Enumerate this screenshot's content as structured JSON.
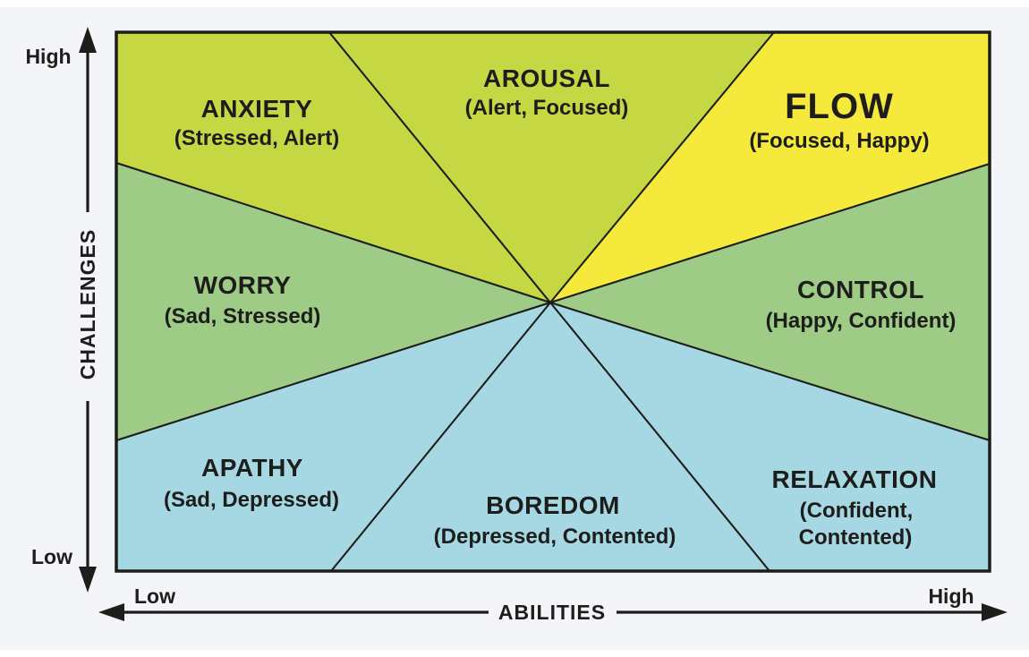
{
  "diagram": {
    "title_hint": "Flow model: emotional states by challenge level vs ability level"
  },
  "axes": {
    "y": {
      "label": "CHALLENGES",
      "top": "High",
      "bottom": "Low"
    },
    "x": {
      "label": "ABILITIES",
      "left": "Low",
      "right": "High"
    }
  },
  "regions": {
    "anxiety": {
      "label": "ANXIETY",
      "subtitle": "(Stressed, Alert)"
    },
    "arousal": {
      "label": "AROUSAL",
      "subtitle": "(Alert, Focused)"
    },
    "flow": {
      "label": "FLOW",
      "subtitle": "(Focused, Happy)"
    },
    "worry": {
      "label": "WORRY",
      "subtitle": "(Sad, Stressed)"
    },
    "control": {
      "label": "CONTROL",
      "subtitle": "(Happy, Confident)"
    },
    "apathy": {
      "label": "APATHY",
      "subtitle": "(Sad, Depressed)"
    },
    "boredom": {
      "label": "BOREDOM",
      "subtitle": "(Depressed, Contented)"
    },
    "relaxation": {
      "label": "RELAXATION",
      "subtitle_line1": "(Confident,",
      "subtitle_line2": "Contented)"
    }
  },
  "colors": {
    "yellow_green": "#c6d744",
    "yellow": "#f5e93b",
    "green": "#9ecb85",
    "blue": "#a5d8e2",
    "line": "#1d1d1b",
    "panel_bg": "#f4f5f8"
  }
}
